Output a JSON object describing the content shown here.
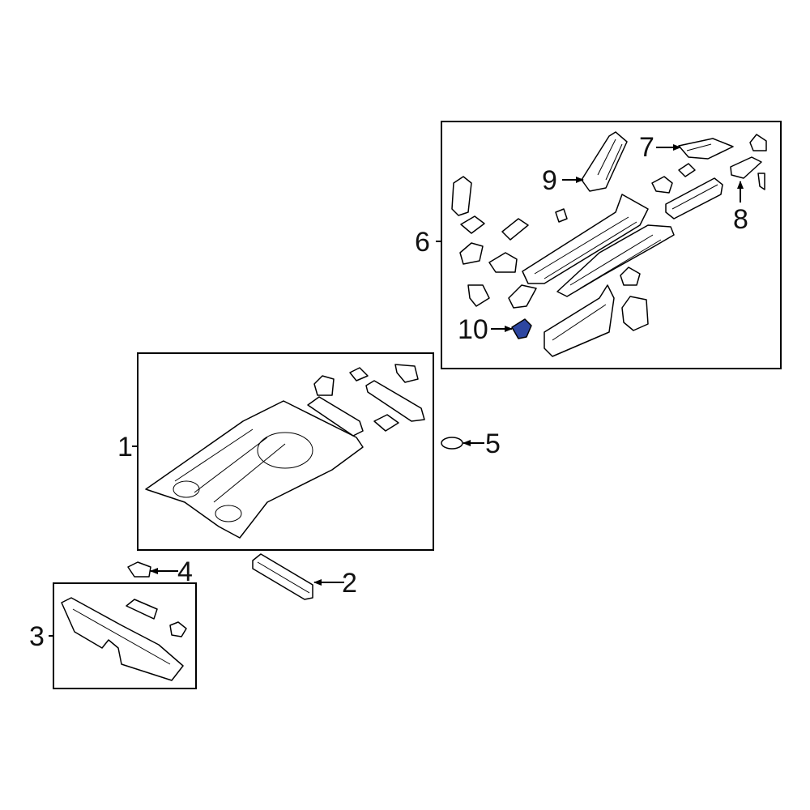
{
  "callouts": {
    "c1": "1",
    "c2": "2",
    "c3": "3",
    "c4": "4",
    "c5": "5",
    "c6": "6",
    "c7": "7",
    "c8": "8",
    "c9": "9",
    "c10": "10"
  },
  "colors": {
    "highlight": "#2d46a0",
    "line": "#000000",
    "background": "#ffffff"
  }
}
